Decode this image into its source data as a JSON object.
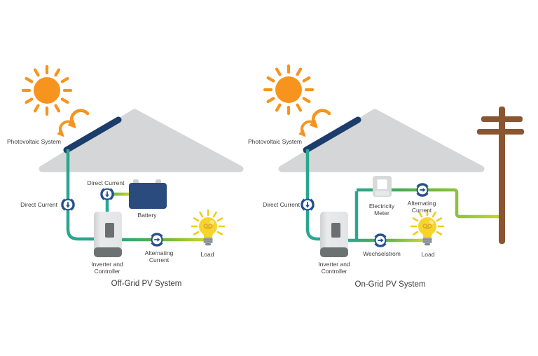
{
  "page": {
    "background": "#ffffff"
  },
  "colors": {
    "sun": "#F7941E",
    "roof": "#D5D6D7",
    "panel": "#1C3C6B",
    "wire_dc": "#2AA690",
    "wire_green": "#4FB04A",
    "wire_yellow": "#C6D42F",
    "battery": "#2A4B7D",
    "battery_terminal": "#C9CED2",
    "inverter_dark": "#6C7271",
    "inverter_display": "#6B6F72",
    "meter_body": "#D7D9DA",
    "meter_tab": "#E8E9EA",
    "bulb": "#F6D42A",
    "bulb_ray": "#F2CB1D",
    "bulb_base": "#9AA1A7",
    "bulb_base_dark": "#848C93",
    "pole": "#8A5632",
    "indicator": "#234E8D",
    "text": "#3C3C3C"
  },
  "icons": {
    "sun": "sun-icon",
    "sunlight_arrows": "curved-arrow-icon",
    "solar_panel": "solar-panel-icon",
    "house_roof": "roof-icon",
    "battery": "battery-icon",
    "inverter": "inverter-icon",
    "electricity_meter": "meter-icon",
    "load": "light-bulb-icon",
    "utility_pole": "utility-pole-icon",
    "current_indicator": "current-flow-icon"
  },
  "left_diagram": {
    "caption": "Off-Grid PV System",
    "labels": {
      "photovoltaic": "Photovoltaic System",
      "direct_current_main": "Direct Current",
      "direct_current_battery": "Direct Current",
      "battery": "Battery",
      "inverter": "Inverter and Controller",
      "alternating_current": "Alternating Current",
      "load": "Load"
    }
  },
  "right_diagram": {
    "caption": "On-Grid PV System",
    "labels": {
      "photovoltaic": "Photovoltaic System",
      "direct_current": "Direct Current",
      "electricity_meter": "Electricity Meter",
      "alternating_current": "Alternating Current",
      "wechselstrom": "Wechselstrom",
      "inverter": "Inverter and Controller",
      "load": "Load"
    }
  }
}
